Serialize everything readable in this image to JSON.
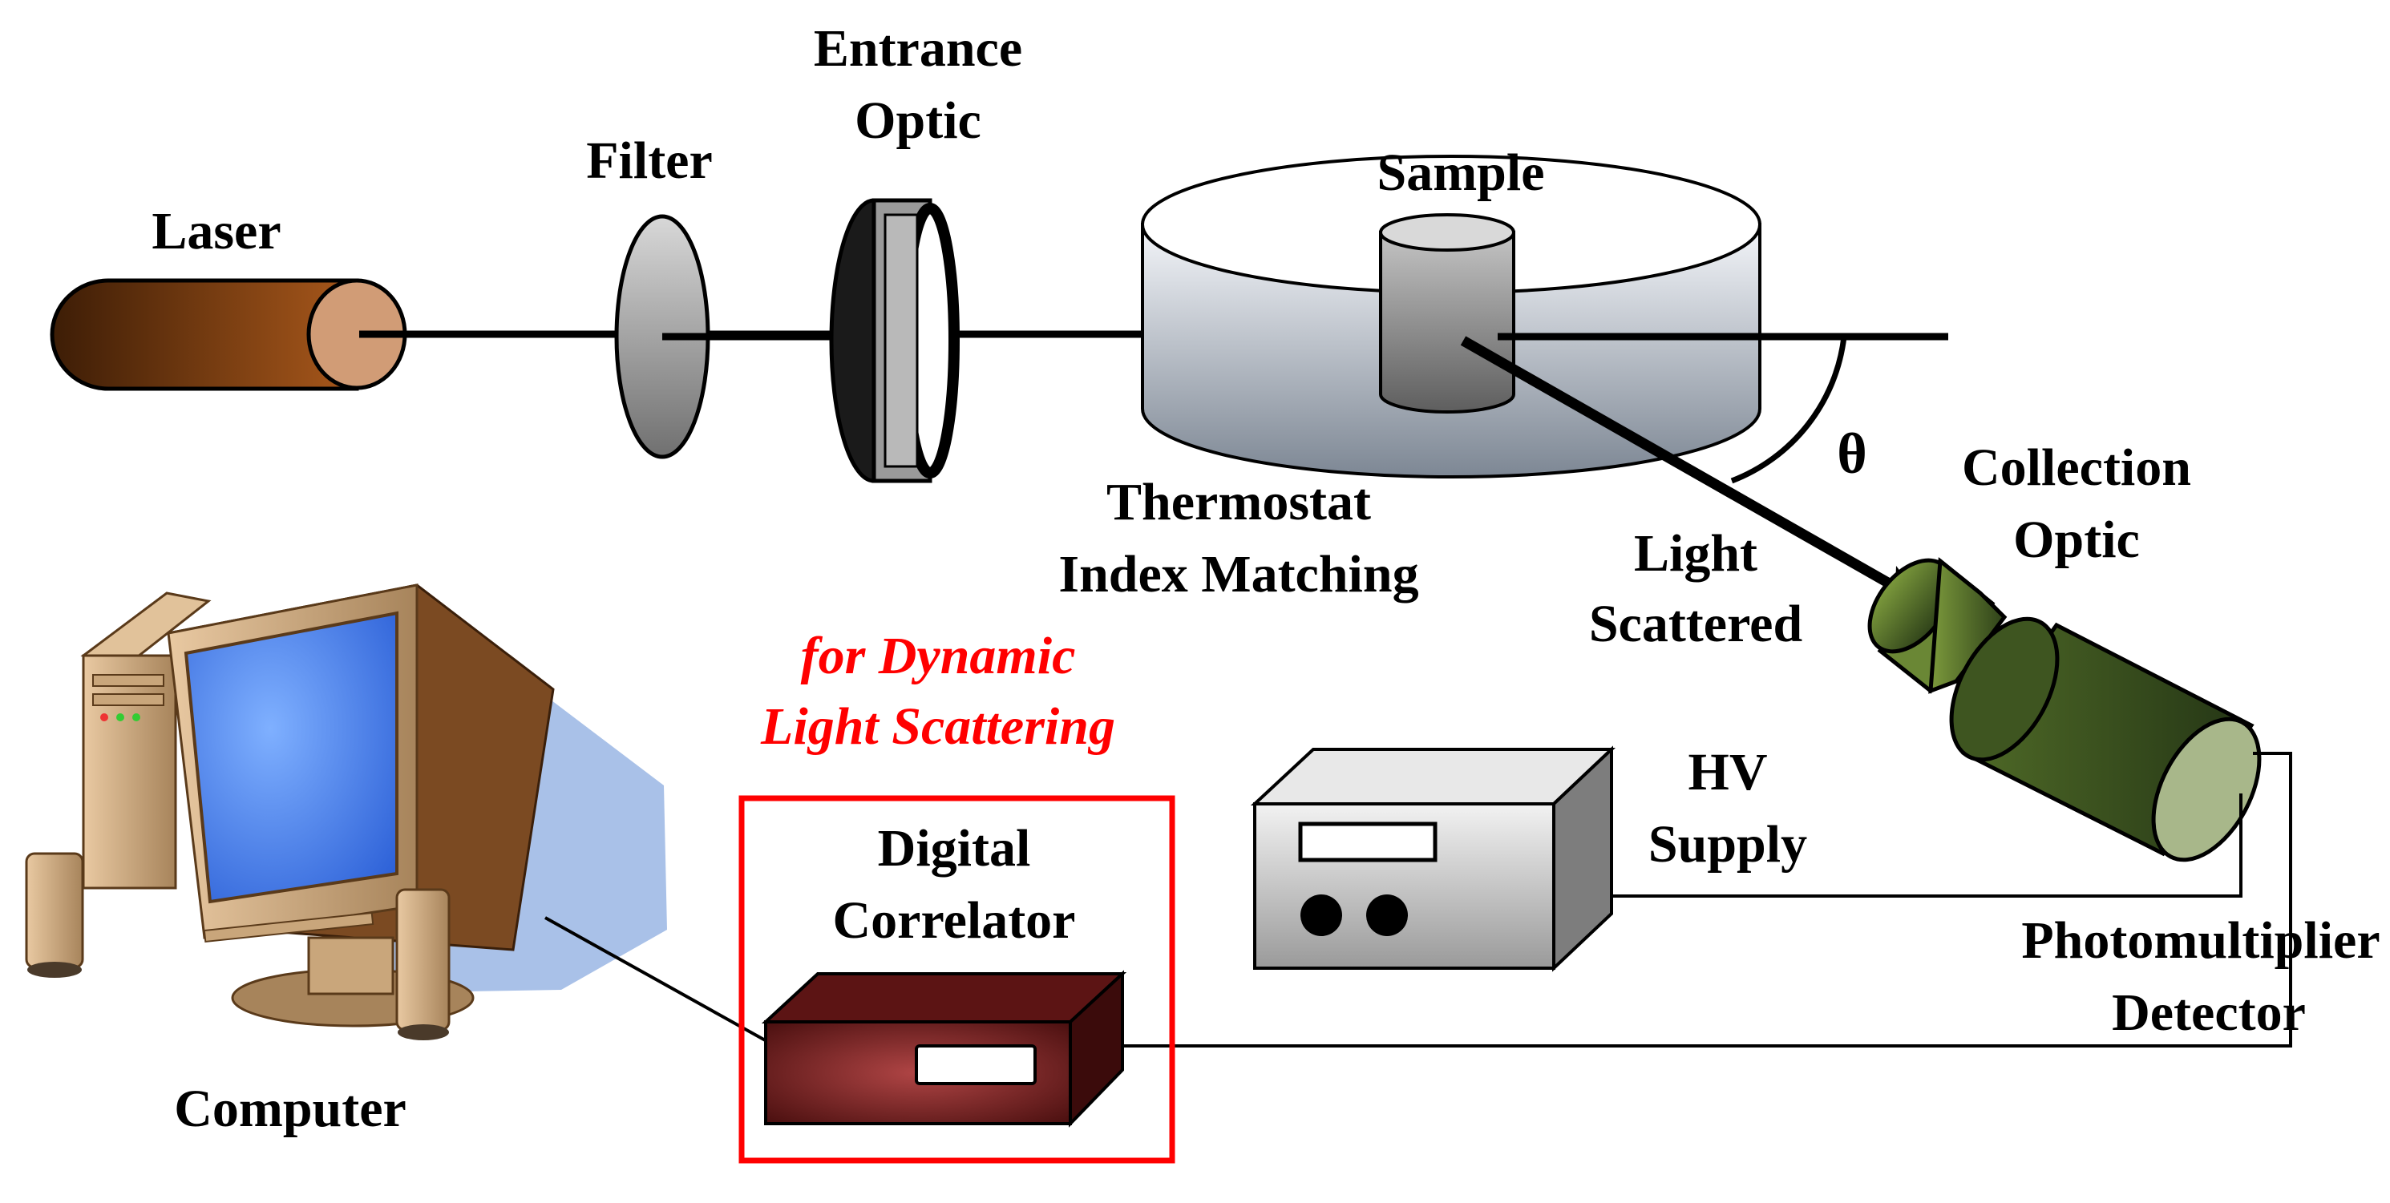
{
  "labels": {
    "laser": "Laser",
    "filter": "Filter",
    "entrance_optic_line1": "Entrance",
    "entrance_optic_line2": "Optic",
    "sample": "Sample",
    "thermostat_line1": "Thermostat",
    "thermostat_line2": "Index Matching",
    "theta": "θ",
    "light_scattered_line1": "Light",
    "light_scattered_line2": "Scattered",
    "collection_optic_line1": "Collection",
    "collection_optic_line2": "Optic",
    "hv_supply_line1": "HV",
    "hv_supply_line2": "Supply",
    "photomultiplier_line1": "Photomultiplier",
    "photomultiplier_line2": "Detector",
    "digital_correlator_line1": "Digital",
    "digital_correlator_line2": "Correlator",
    "computer": "Computer",
    "dls_line1": "for Dynamic",
    "dls_line2": "Light Scattering"
  },
  "colors": {
    "highlight": "#ff0000",
    "laser_body": "#8a4a14",
    "laser_end": "#d19c76",
    "correlator": "#7a1f1f",
    "collection_optic": "#556b2f",
    "monitor_screen": "#4f86f7",
    "shadow": "#a9c1e8"
  }
}
